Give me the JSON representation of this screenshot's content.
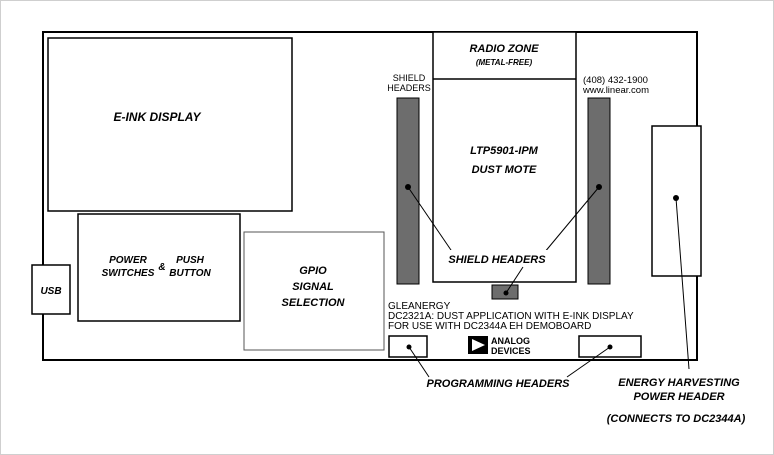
{
  "labels": {
    "eink_display": "E-INK DISPLAY",
    "power_line1": "POWER",
    "power_amp": "&",
    "power_line2": "PUSH",
    "power_line3": "SWITCHES",
    "power_line4": "BUTTON",
    "gpio_line1": "GPIO",
    "gpio_line2": "SIGNAL",
    "gpio_line3": "SELECTION",
    "usb": "USB",
    "radio_zone": "RADIO ZONE",
    "metal_free": "(METAL-FREE)",
    "shield_headers_small_1": "SHIELD",
    "shield_headers_small_2": "HEADERS",
    "phone": "(408) 432-1900",
    "website": "www.linear.com",
    "mote_line1": "LTP5901-IPM",
    "mote_line2": "DUST MOTE",
    "shield_headers_callout": "SHIELD HEADERS",
    "board_line1": "GLEANERGY",
    "board_line2": "DC2321A: DUST APPLICATION WITH E-INK DISPLAY",
    "board_line3": "FOR USE WITH DC2344A EH DEMOBOARD",
    "logo_line1": "ANALOG",
    "logo_line2": "DEVICES",
    "programming_headers": "PROGRAMMING HEADERS",
    "energy_line1": "ENERGY HARVESTING",
    "energy_line2": "POWER HEADER",
    "connects_to": "(CONNECTS TO DC2344A)"
  },
  "colors": {
    "board_outline": "#000000",
    "header_fill": "#6d6d6d",
    "gpio_border": "#555555"
  }
}
